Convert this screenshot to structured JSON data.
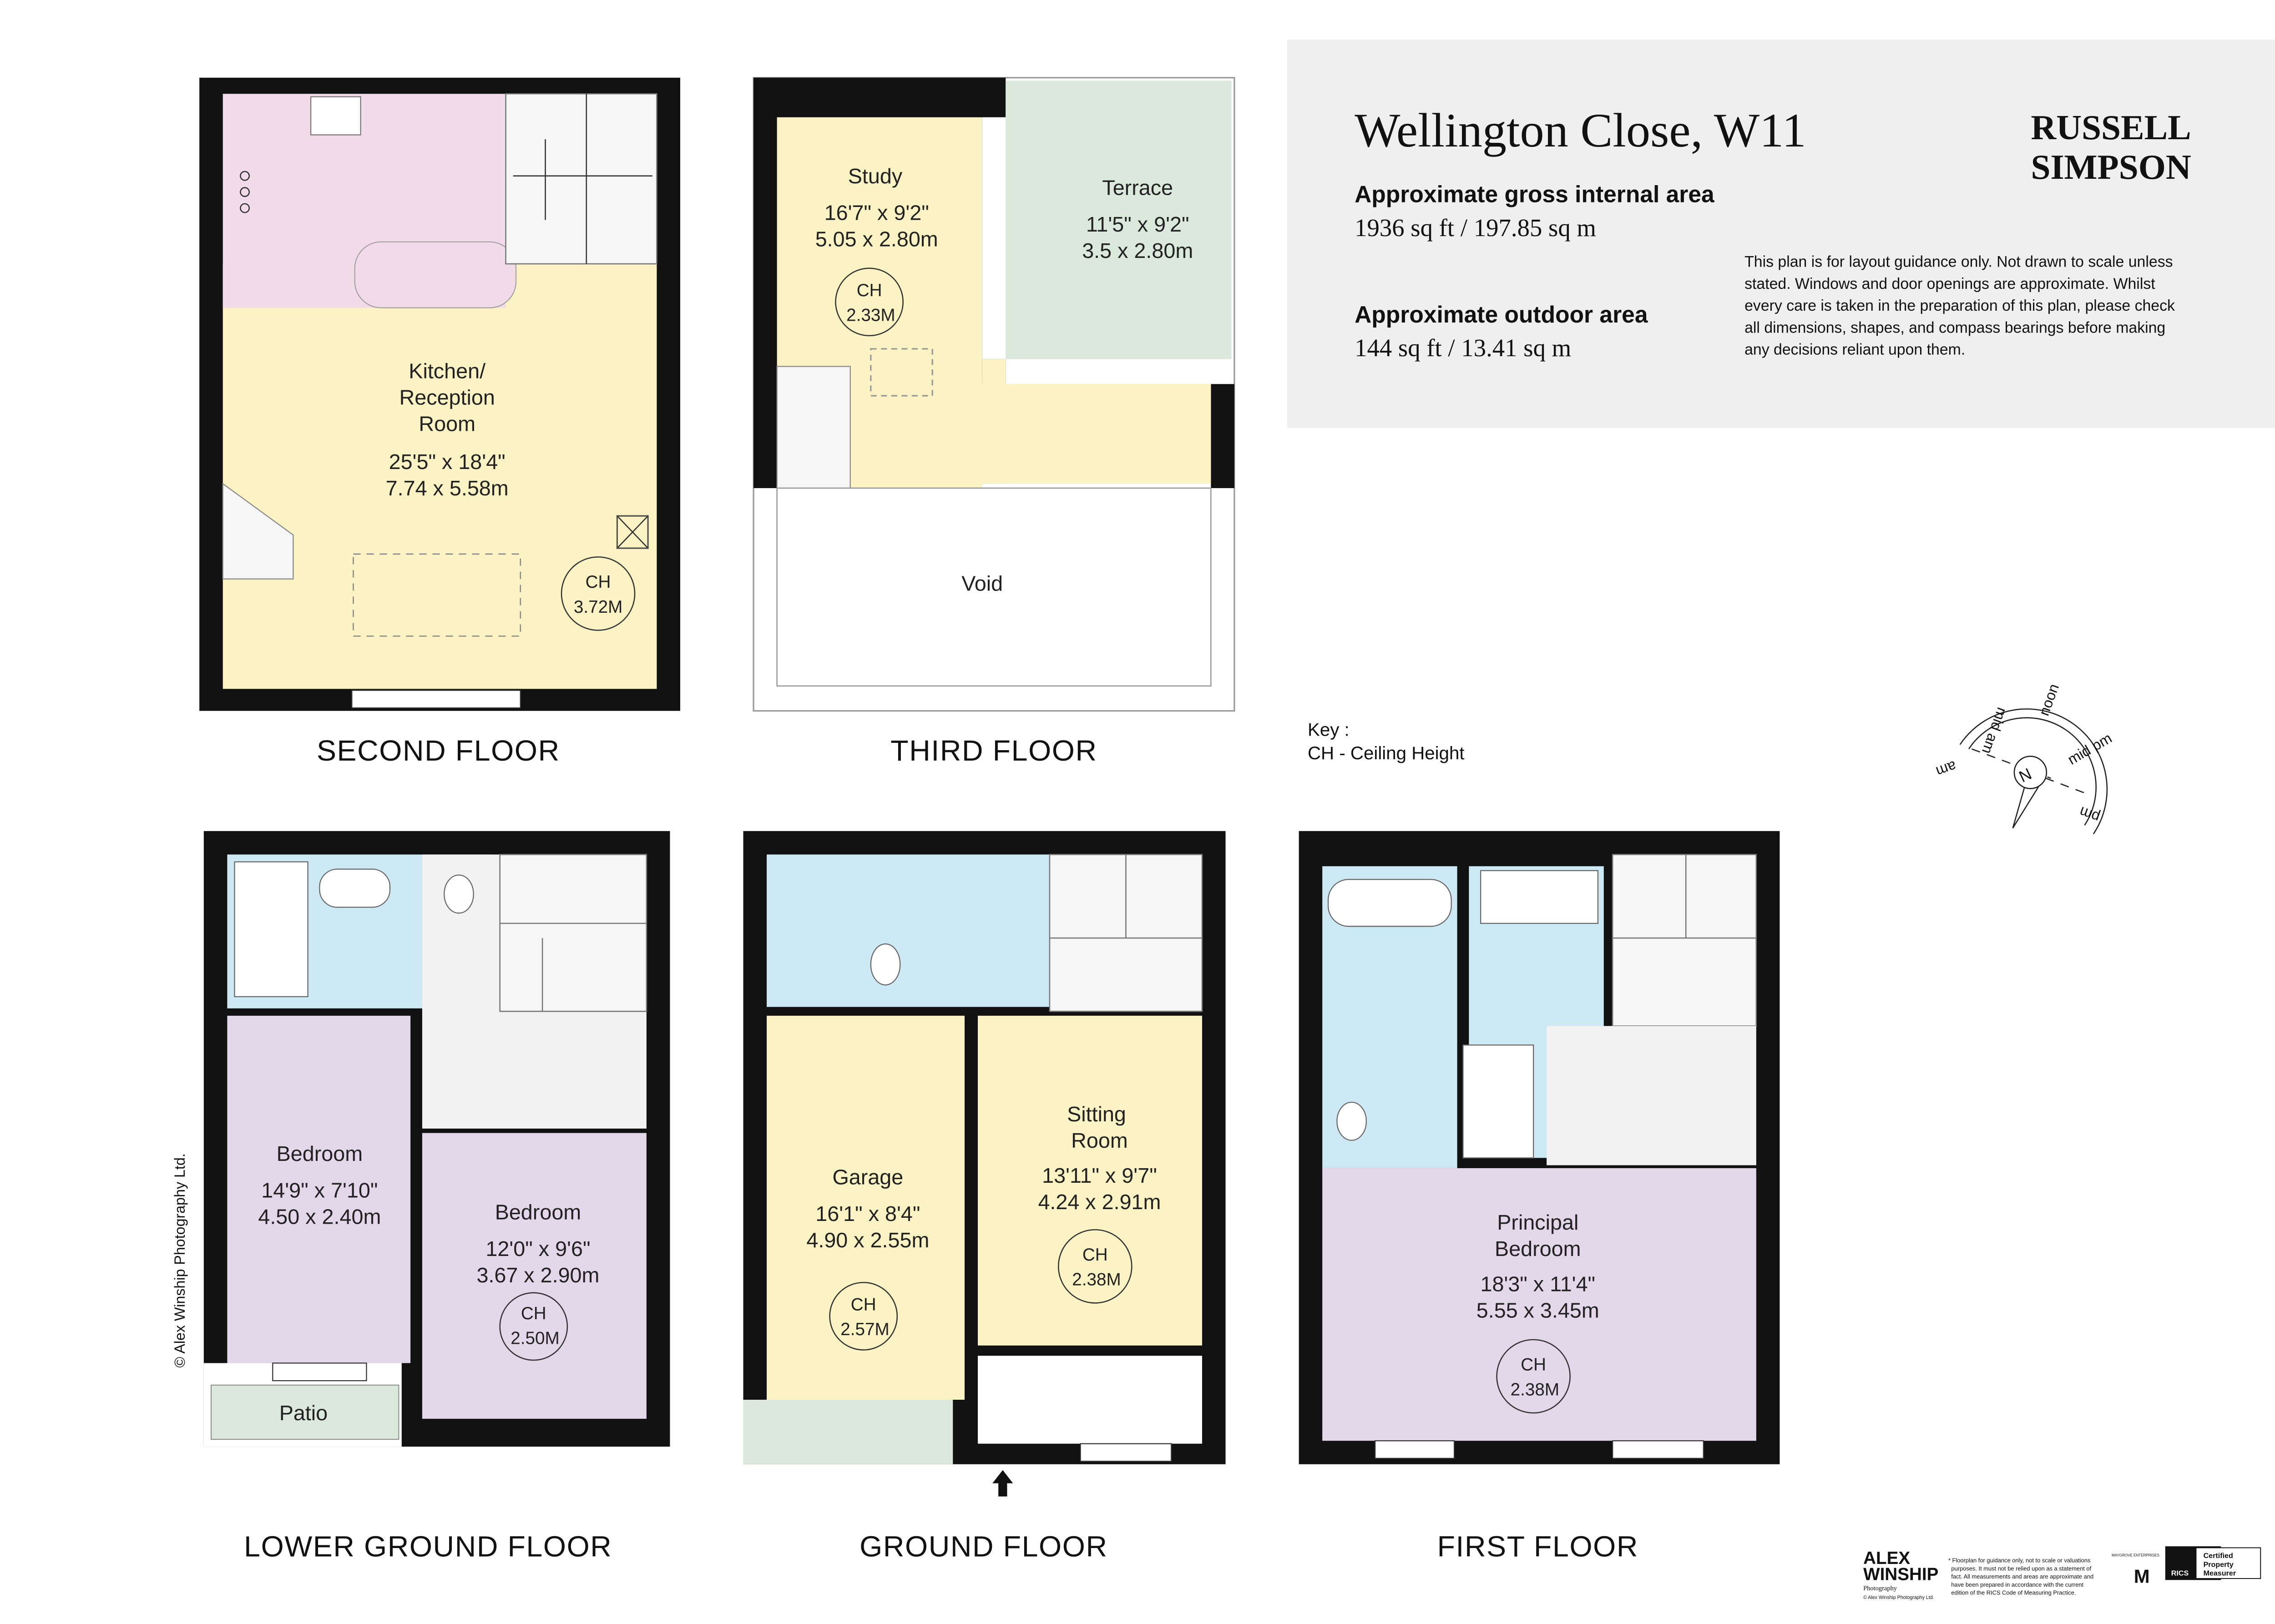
{
  "header": {
    "title": "Wellington Close, W11",
    "brand_line1": "RUSSELL",
    "brand_line2": "SIMPSON",
    "gross_label": "Approximate  gross internal area",
    "gross_value": "1936 sq ft / 197.85 sq m",
    "outdoor_label": "Approximate  outdoor area",
    "outdoor_value": "144 sq ft / 13.41 sq m",
    "disclaimer": [
      "This plan is for layout guidance only. Not drawn to scale unless",
      "stated. Windows and door openings are approximate. Whilst",
      "every care is taken in the preparation of this plan, please check",
      "all dimensions, shapes, and compass bearings before making",
      "any decisions reliant upon them."
    ]
  },
  "key": {
    "title": "Key :",
    "entry": "CH - Ceiling Height"
  },
  "compass": {
    "labels": [
      "am",
      "mid am",
      "noon",
      "mid pm",
      "pm"
    ],
    "north": "N"
  },
  "floors": {
    "second": {
      "name": "SECOND FLOOR",
      "room": [
        "Kitchen/",
        "Reception",
        "Room"
      ],
      "dim_imp": "25'5\" x 18'4\"",
      "dim_met": "7.74 x 5.58m",
      "ch_label": "CH",
      "ch_value": "3.72M"
    },
    "third": {
      "name": "THIRD FLOOR",
      "study": {
        "name": "Study",
        "dim_imp": "16'7\" x 9'2\"",
        "dim_met": "5.05 x 2.80m",
        "ch_label": "CH",
        "ch_value": "2.33M"
      },
      "terrace": {
        "name": "Terrace",
        "dim_imp": "11'5\" x 9'2\"",
        "dim_met": "3.5 x 2.80m"
      },
      "void": "Void"
    },
    "lower_ground": {
      "name": "LOWER GROUND FLOOR",
      "bedroom1": {
        "name": "Bedroom",
        "dim_imp": "14'9\" x 7'10\"",
        "dim_met": "4.50 x 2.40m"
      },
      "bedroom2": {
        "name": "Bedroom",
        "dim_imp": "12'0\" x 9'6\"",
        "dim_met": "3.67 x 2.90m",
        "ch_label": "CH",
        "ch_value": "2.50M"
      },
      "patio": "Patio"
    },
    "ground": {
      "name": "GROUND FLOOR",
      "garage": {
        "name": "Garage",
        "dim_imp": "16'1\" x 8'4\"",
        "dim_met": "4.90 x 2.55m",
        "ch_label": "CH",
        "ch_value": "2.57M"
      },
      "sitting": {
        "name1": "Sitting",
        "name2": "Room",
        "dim_imp": "13'11\" x 9'7\"",
        "dim_met": "4.24 x 2.91m",
        "ch_label": "CH",
        "ch_value": "2.38M"
      }
    },
    "first": {
      "name": "FIRST FLOOR",
      "principal": {
        "name1": "Principal",
        "name2": "Bedroom",
        "dim_imp": "18'3\" x 11'4\"",
        "dim_met": "5.55 x 3.45m",
        "ch_label": "CH",
        "ch_value": "2.38M"
      }
    }
  },
  "copyright_vertical": "© Alex Winship Photography Ltd.",
  "footer": {
    "alex_line1": "ALEX",
    "alex_line2": "WINSHIP",
    "alex_line3": "Photography",
    "alex_copy": "© Alex Winship Photography Ltd.",
    "note": [
      "* Floorplan for guidance only, not to scale or valuations",
      "purposes. It must not be relied upon as a statement of",
      "fact. All measurements and areas are approximate and",
      "have been prepared in accordance with the current",
      "edition of the RICS Code of Measuring Practice."
    ],
    "maygrove": "MAYGROVE ENTERPRISES",
    "rics": "RICS",
    "cert": [
      "Certified",
      "Property",
      "Measurer"
    ]
  },
  "colors": {
    "kitchen": "#f1dbe8",
    "living": "#fbf3c4",
    "wet": "#cde9f3",
    "bedroom": "#e3d7ea",
    "outdoor": "#dae9dc",
    "hall": "#f2f2f2",
    "info_bg": "#efefef"
  }
}
